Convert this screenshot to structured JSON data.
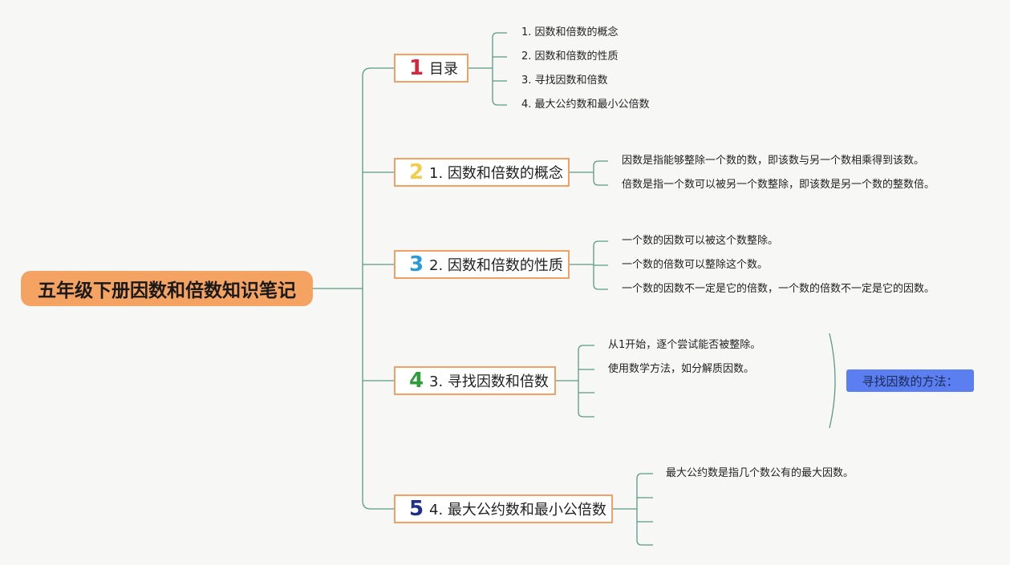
{
  "root": {
    "title": "五年级下册因数和倍数知识笔记"
  },
  "branches": [
    {
      "num": "1",
      "color": "#d7263d",
      "label": "目录",
      "leaves": [
        "1. 因数和倍数的概念",
        "2. 因数和倍数的性质",
        "3. 寻找因数和倍数",
        "4. 最大公约数和最小公倍数"
      ]
    },
    {
      "num": "2",
      "color": "#f2cd4a",
      "label": "1. 因数和倍数的概念",
      "leaves": [
        "因数是指能够整除一个数的数，即该数与另一个数相乘得到该数。",
        "倍数是指一个数可以被另一个数整除，即该数是另一个数的整数倍。"
      ]
    },
    {
      "num": "3",
      "color": "#2a9bd8",
      "label": "2. 因数和倍数的性质",
      "leaves": [
        "一个数的因数可以被这个数整除。",
        "一个数的倍数可以整除这个数。",
        "一个数的因数不一定是它的倍数，一个数的倍数不一定是它的因数。"
      ]
    },
    {
      "num": "4",
      "color": "#2e9e3c",
      "label": "3. 寻找因数和倍数",
      "leaves": [
        "从1开始，逐个尝试能否被整除。",
        "使用数学方法，如分解质因数。",
        "",
        ""
      ]
    },
    {
      "num": "5",
      "color": "#1f2f8a",
      "label": "4. 最大公约数和最小公倍数",
      "leaves": [
        "最大公约数是指几个数公有的最大因数。",
        "",
        "",
        ""
      ]
    }
  ],
  "summary": {
    "label": "寻找因数的方法："
  },
  "colors": {
    "root_bg": "#f4a363",
    "branch_border": "#f2a064",
    "line": "#5a9a86",
    "summary_bg": "#5b7ff0"
  }
}
